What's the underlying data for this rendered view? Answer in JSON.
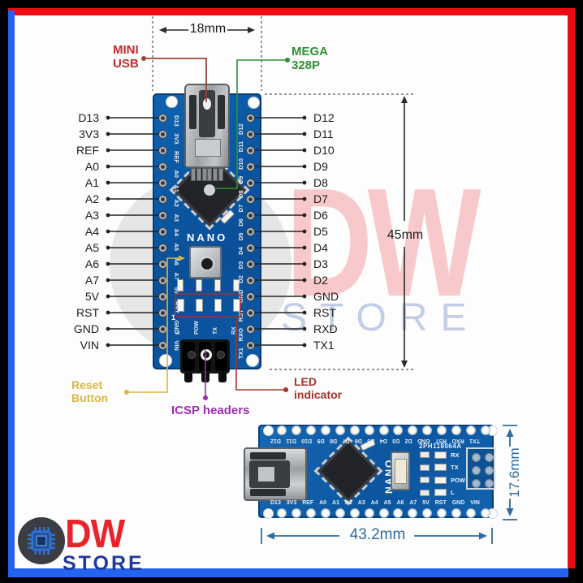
{
  "colors": {
    "red-bar": "#ee0a12",
    "blue-bar": "#2462f0",
    "co-red": "#c42a2f",
    "co-green": "#2e9132",
    "co-gold": "#d9b83f",
    "co-purple": "#9c2fb0",
    "co-darkred": "#a2352c",
    "dim-blue": "#2d6ba3",
    "wm-pink": "#f4a0a4",
    "wm-blue": "#b8c6e2",
    "logo-red": "#e8242a",
    "logo-blue": "#20399b",
    "pcb-blue": "#0c559f"
  },
  "watermark": {
    "word_top": "DW",
    "word_bottom": "STORE"
  },
  "logo": {
    "brand": "DW",
    "sub": "STORE"
  },
  "pinout": {
    "dim_width": "18mm",
    "dim_height": "45mm",
    "pins_left": [
      "D13",
      "3V3",
      "REF",
      "A0",
      "A1",
      "A2",
      "A3",
      "A4",
      "A5",
      "A6",
      "A7",
      "5V",
      "RST",
      "GND",
      "VIN"
    ],
    "pins_right": [
      "D12",
      "D11",
      "D10",
      "D9",
      "D8",
      "D7",
      "D6",
      "D5",
      "D4",
      "D3",
      "D2",
      "GND",
      "RST",
      "RXD",
      "TX1"
    ],
    "callouts": {
      "mini_usb": [
        "MINI",
        "USB"
      ],
      "mega": [
        "MEGA",
        "328P"
      ],
      "reset": [
        "Reset",
        "Button"
      ],
      "icsp": [
        "ICSP headers"
      ],
      "led": [
        "LED",
        "indicator"
      ]
    },
    "board": {
      "name": "NANO",
      "silk_left": [
        "D13",
        "3V3",
        "REF",
        "A0",
        "A1",
        "A2",
        "A3",
        "A4",
        "A5",
        "A6",
        "A7",
        "5V",
        "RST",
        "GND",
        "VIN"
      ],
      "silk_right": [
        "TX1",
        "RXO",
        "RST",
        "GND",
        "D2",
        "D3",
        "D4",
        "D5",
        "D6",
        "D7",
        "D8",
        "D9",
        "D10",
        "D11",
        "D12"
      ],
      "led_labels": [
        "L",
        "POW",
        "TX",
        "RX"
      ],
      "icsp_pin1": "1"
    }
  },
  "photo_board": {
    "dim_width": "43.2mm",
    "dim_height": "17.6mm",
    "name": "NANO",
    "chip_marking": "2PH118064A",
    "led_labels": [
      "RX",
      "TX",
      "POW",
      "L"
    ],
    "silk_top": [
      "D12",
      "D11",
      "D10",
      "D9",
      "D8",
      "D7",
      "D6",
      "D5",
      "D4",
      "D3",
      "D2",
      "GND",
      "RST",
      "RXO",
      "TX1"
    ],
    "silk_bottom": [
      "D13",
      "3V3",
      "REF",
      "A0",
      "A1",
      "A2",
      "A3",
      "A4",
      "A5",
      "A6",
      "A7",
      "5V",
      "RST",
      "GND",
      "VIN"
    ]
  }
}
